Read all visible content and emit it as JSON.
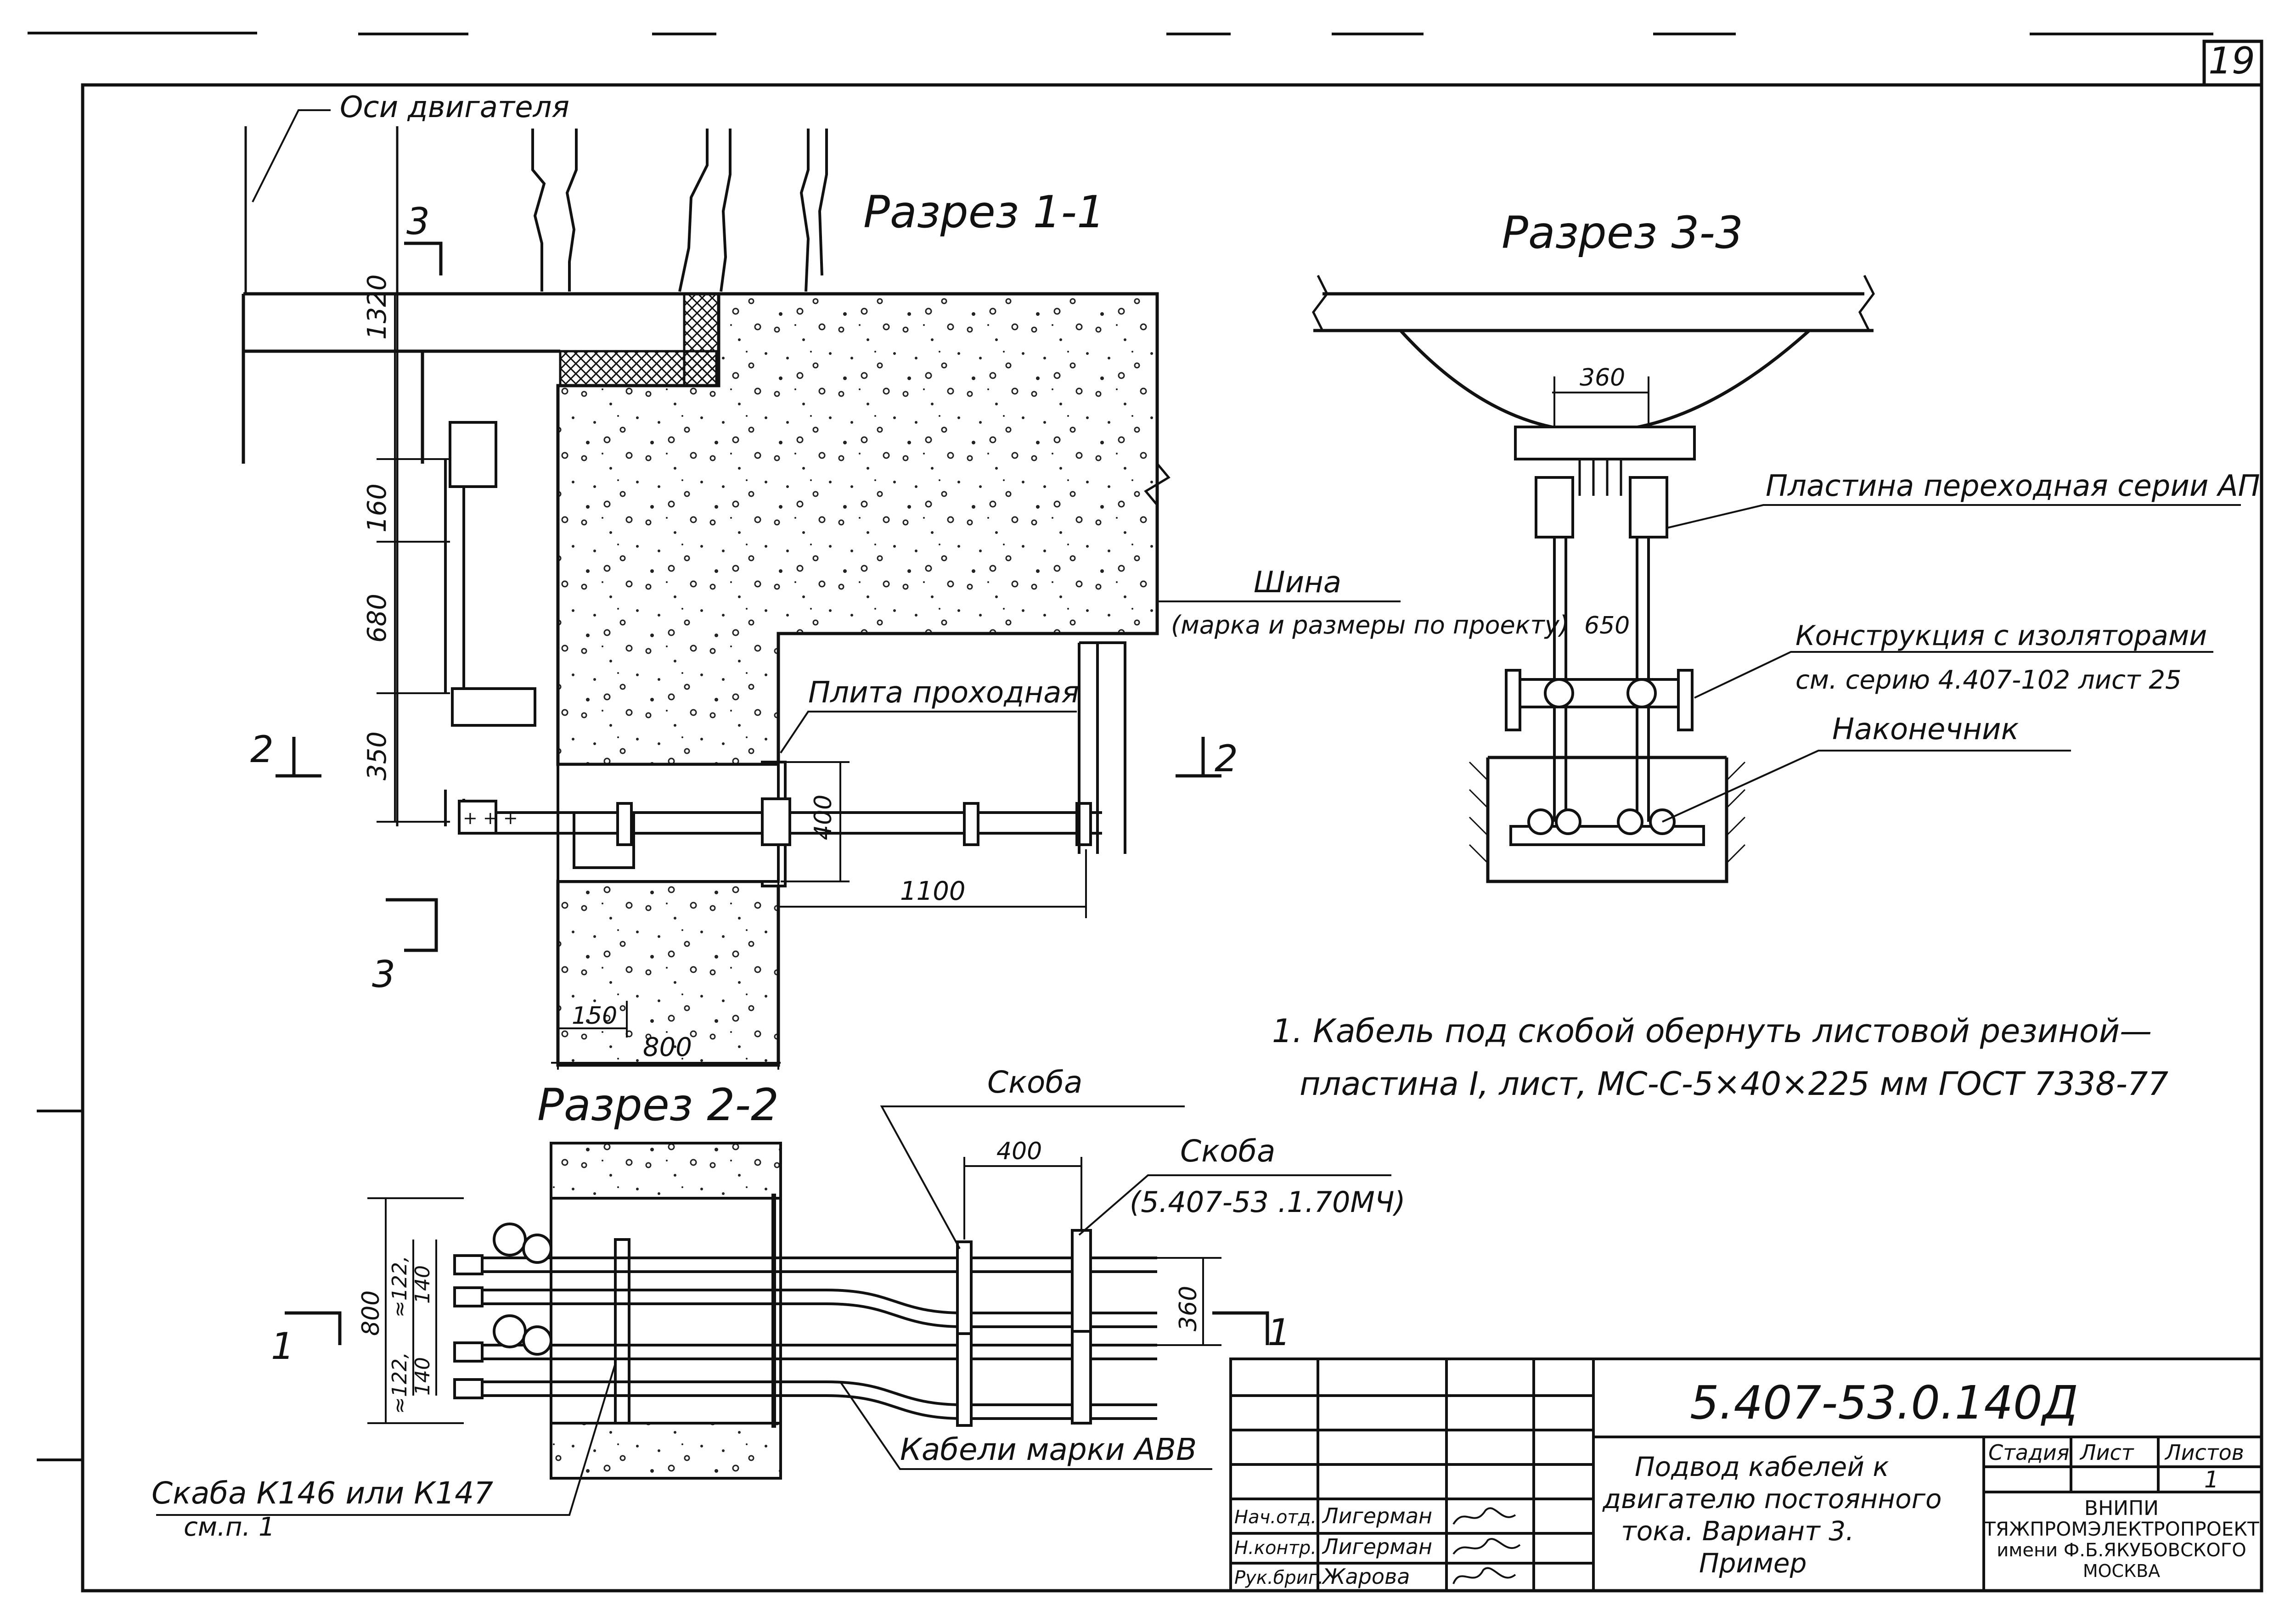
{
  "sheet": {
    "number": "19"
  },
  "labels": {
    "motor_axes": "Оси двигателя",
    "section_1_title": "Разрез 1-1",
    "section_2_title": "Разрез 2-2",
    "section_3_title": "Разрез 3-3",
    "cut_3_top": "3",
    "cut_3_bottom": "3",
    "cut_2_left": "2",
    "cut_2_right": "2",
    "cut_1_left": "1",
    "cut_1_right": "1",
    "pass_plate": "Плита проходная",
    "bus": "Шина",
    "bus_note": "(марка и размеры по проекту)",
    "adapter_plate": "Пластина переходная серии АП",
    "insulator_structure": "Конструкция с изоляторами",
    "insulator_ref": "см. серию 4.407-102 лист 25",
    "lug": "Наконечник",
    "bracket_1": "Скоба",
    "bracket_2": "Скоба",
    "bracket_2_ref": "(5.407-53 .1.70МЧ)",
    "cables": "Кабели марки АВВ",
    "bracket_k": "Скаба К146 или К147",
    "bracket_k_ref": "см.п. 1"
  },
  "dimensions": {
    "d1320": "1320",
    "d160": "160",
    "d680": "680",
    "d350": "350",
    "d400a": "400",
    "d1100": "1100",
    "d150": "150",
    "d800a": "800",
    "d360a": "360",
    "d650": "650",
    "d400b": "400",
    "d800b": "800",
    "d360b": "360",
    "d122a": "≈122,",
    "d140a": "140",
    "d122b": "≈122,",
    "d140b": "140"
  },
  "note": {
    "line1": "1. Кабель под скобой обернуть листовой резиной—",
    "line2": "пластина I, лист, МС-С-5×40×225 мм ГОСТ 7338-77"
  },
  "title_block": {
    "code": "5.407-53.0.140Д",
    "title_l1": "Подвод кабелей к",
    "title_l2": "двигателю постоянного",
    "title_l3": "тока. Вариант 3.",
    "title_l4": "Пример",
    "col_stage": "Стадия",
    "col_sheet": "Лист",
    "col_sheets": "Листов",
    "sheets_value": "1",
    "org_l1": "ВНИПИ",
    "org_l2": "ТЯЖПРОМЭЛЕКТРОПРОЕКТ",
    "org_l3": "имени Ф.Б.ЯКУБОВСКОГО",
    "org_l4": "МОСКВА",
    "roles": [
      {
        "role": "Нач.отд.",
        "name": "Лигерман"
      },
      {
        "role": "Н.контр.",
        "name": "Лигерман"
      },
      {
        "role": "Рук.бриг.",
        "name": "Жарова"
      }
    ]
  }
}
